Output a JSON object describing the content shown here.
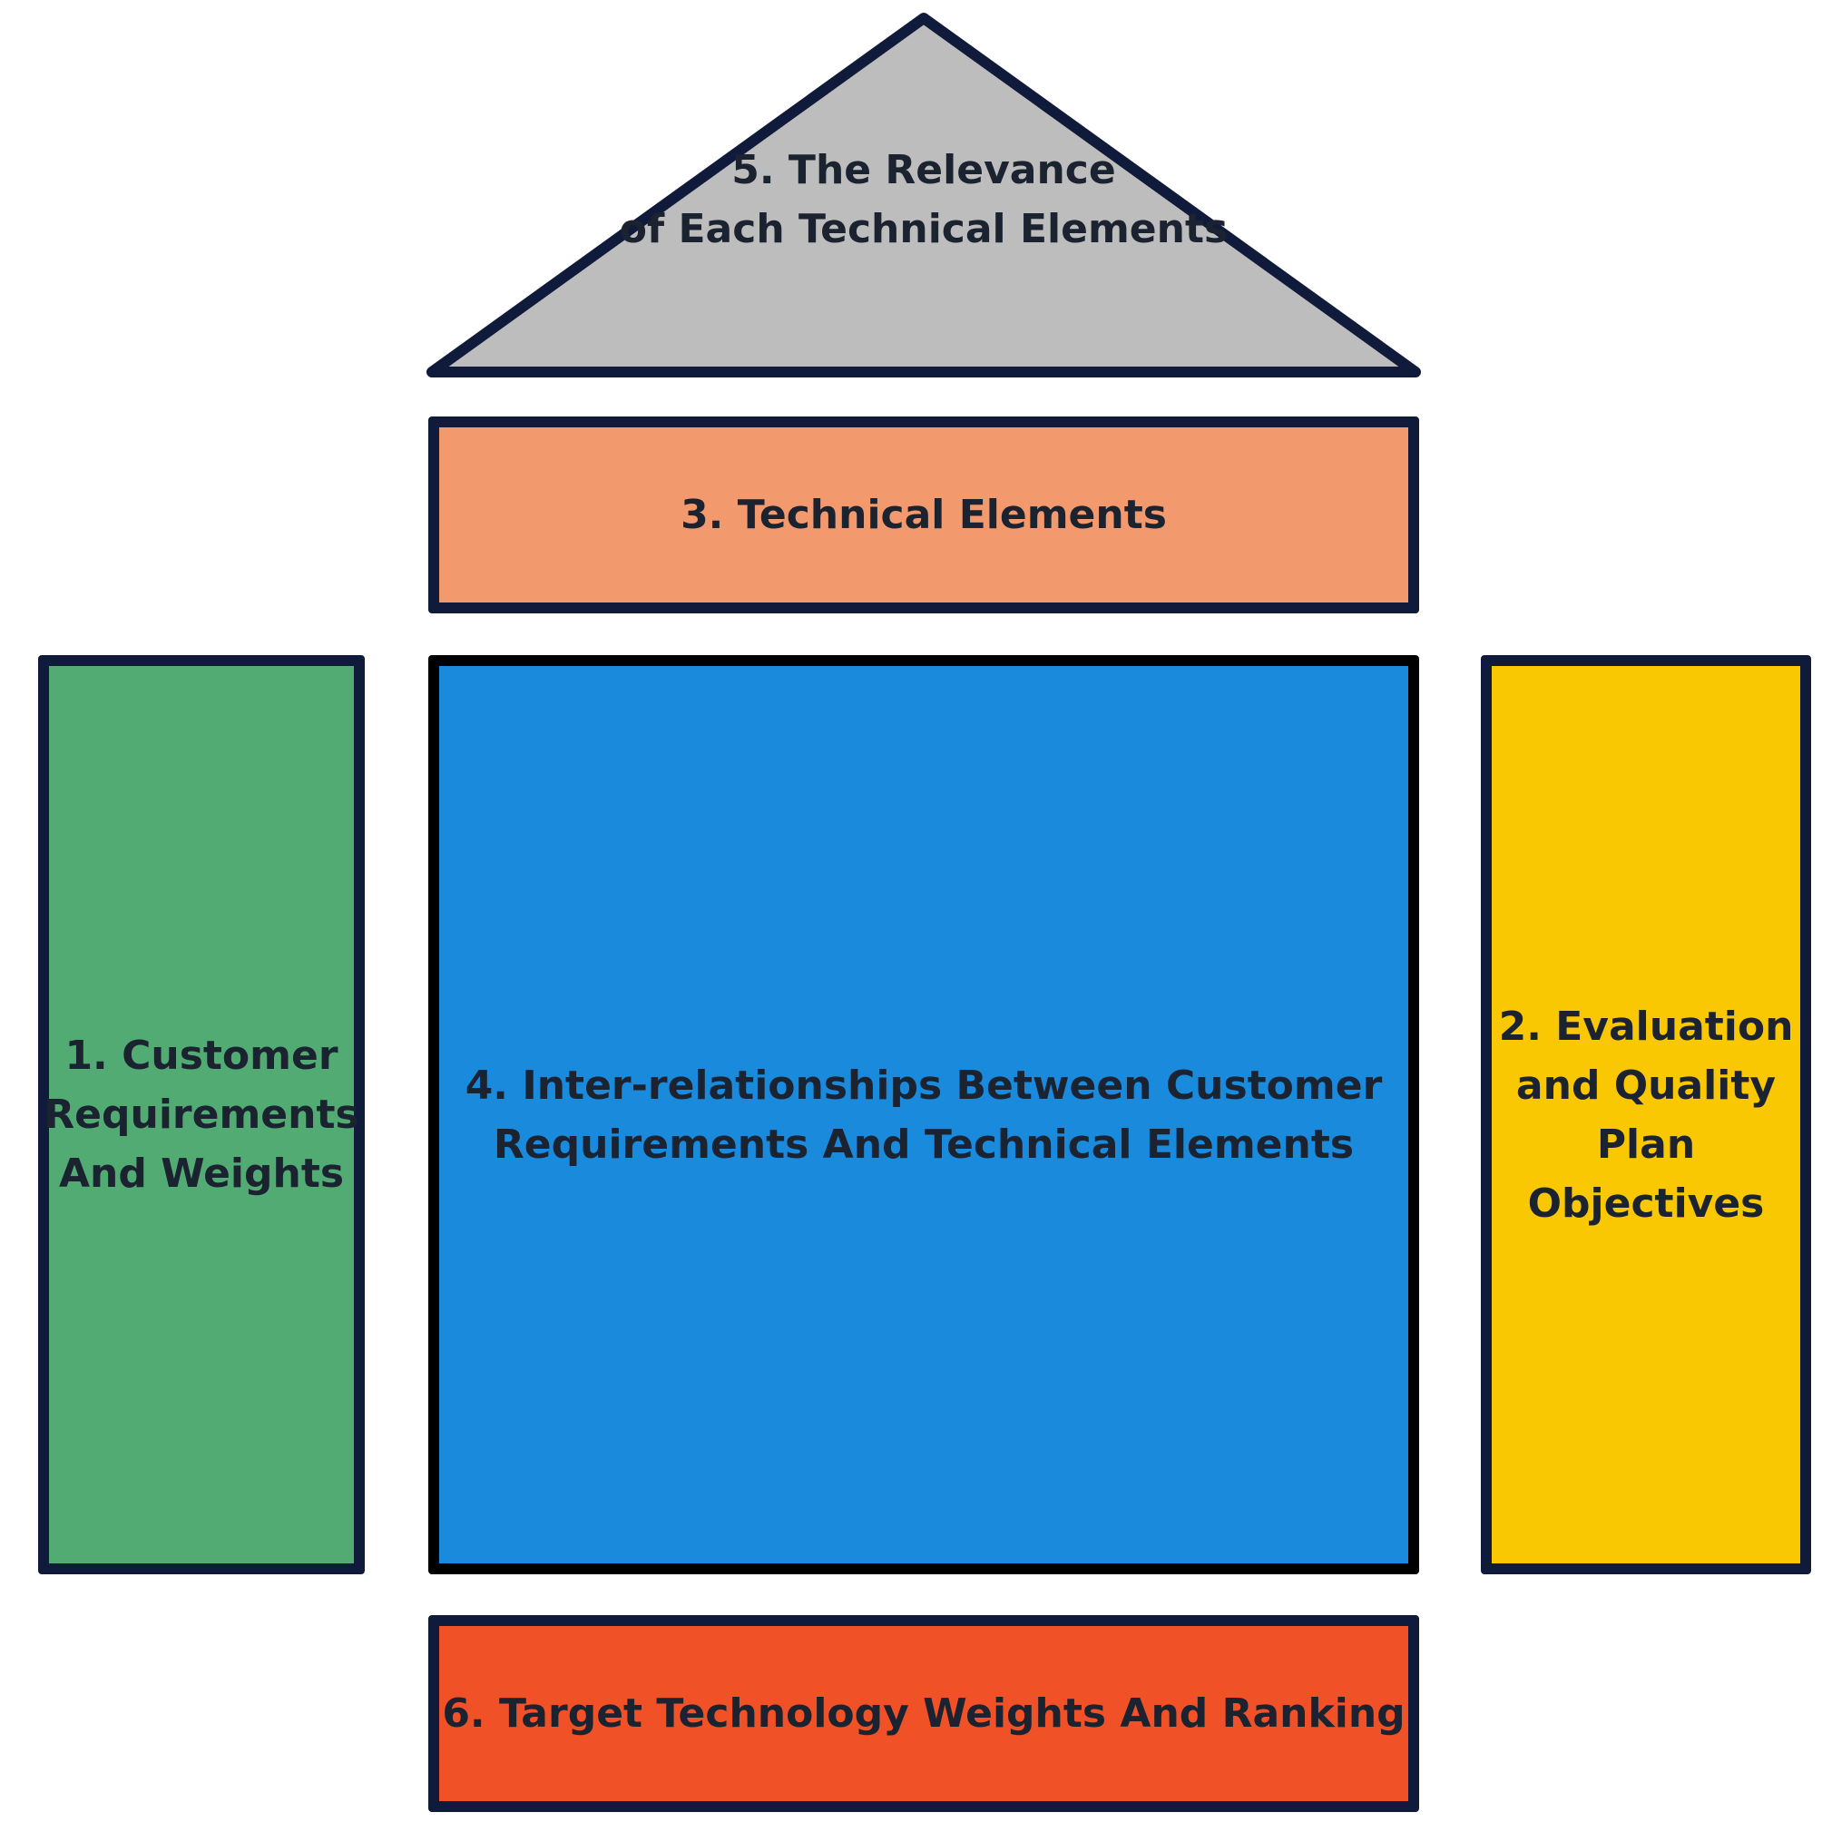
{
  "diagram": {
    "roof": {
      "label": "5. The Relevance\nof Each Technical Elements",
      "color": "#bdbdbd"
    },
    "technical_elements": {
      "label": "3. Technical Elements",
      "color": "#f2996d"
    },
    "customer_requirements": {
      "label": "1. Customer\nRequirements\nAnd Weights",
      "color": "#53ab74"
    },
    "inter_relationships": {
      "label": "4. Inter-relationships Between Customer\nRequirements And Technical Elements",
      "color": "#1a8bdc"
    },
    "evaluation": {
      "label": "2. Evaluation\nand Quality\nPlan\nObjectives",
      "color": "#f9c802"
    },
    "target_weights": {
      "label": "6. Target Technology Weights And Ranking",
      "color": "#f05126"
    },
    "border_color": "#101a3a"
  }
}
